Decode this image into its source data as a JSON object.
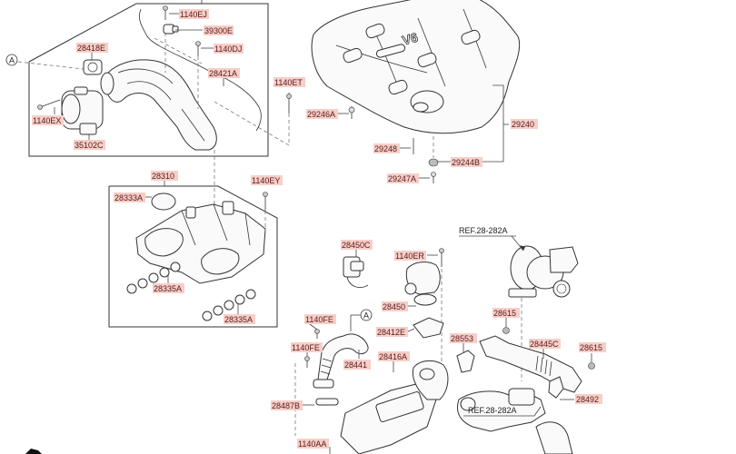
{
  "diagram": {
    "title": "Intake manifold / engine cover / EGR parts diagram",
    "callout_marker": "A",
    "labels": {
      "l1140EJ": "1140EJ",
      "l39300E": "39300E",
      "l1140DJ": "1140DJ",
      "l28418E": "28418E",
      "l28421A": "28421A",
      "l1140EX": "1140EX",
      "l35102C": "35102C",
      "l1140ET": "1140ET",
      "l29246A": "29246A",
      "l29240": "29240",
      "l29248": "29248",
      "l29244B": "29244B",
      "l29247A": "29247A",
      "l28310": "28310",
      "l1140EY": "1140EY",
      "l28333A": "28333A",
      "l28335A_1": "28335A",
      "l28335A_2": "28335A",
      "l28450C": "28450C",
      "l1140ER": "1140ER",
      "l28450": "28450",
      "l1140FE_1": "1140FE",
      "l1140FE_2": "1140FE",
      "l28412E": "28412E",
      "l28441": "28441",
      "l28416A": "28416A",
      "l28553": "28553",
      "l28487B": "28487B",
      "l1140AA": "1140AA",
      "l28615_1": "28615",
      "l28615_2": "28615",
      "l28445C": "28445C",
      "l28492": "28492"
    },
    "references": {
      "ref_top": "REF.28-282A",
      "ref_bottom": "REF.28-282A"
    },
    "engine_badge": "V6"
  }
}
